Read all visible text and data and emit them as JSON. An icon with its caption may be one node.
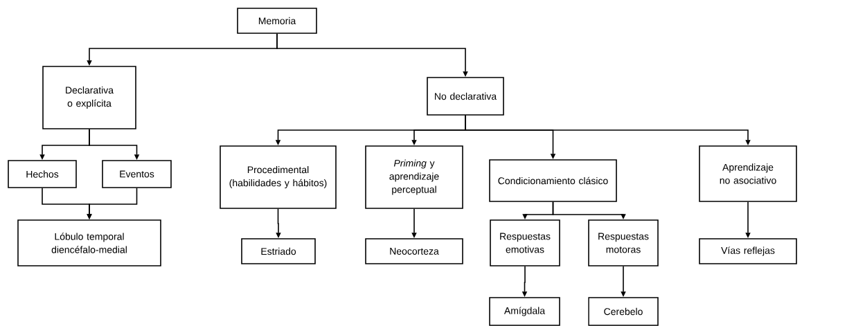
{
  "diagram": {
    "nodes": [
      {
        "text": [
          "Memoria"
        ]
      },
      {
        "text": [
          "Declarativa o explícita"
        ]
      },
      {
        "text": [
          "No declarativa"
        ]
      },
      {
        "text": [
          "Hechos"
        ]
      },
      {
        "text": [
          "Eventos"
        ]
      },
      {
        "text": [
          "Lóbulo temporal diencéfalo-medial"
        ]
      },
      {
        "text": [
          "Procedimental (habilidades y hábitos)"
        ]
      },
      {
        "text": [
          "*Priming* y aprendizaje perceptual"
        ]
      },
      {
        "text": [
          "Condicionamiento clásico"
        ]
      },
      {
        "text": [
          "Aprendizaje no asociativo"
        ]
      },
      {
        "text": [
          "Estriado"
        ]
      },
      {
        "text": [
          "Neocorteza"
        ]
      },
      {
        "text": [
          "Respuestas emotivas"
        ]
      },
      {
        "text": [
          "Respuestas motoras"
        ]
      },
      {
        "text": [
          "Amígdala"
        ]
      },
      {
        "text": [
          "Cerebelo"
        ]
      },
      {
        "text": [
          "Vías reflejas"
        ]
      }
    ],
    "edges": [
      {
        "from": 0,
        "to": 1,
        "arrow": "to"
      },
      {
        "from": 0,
        "to": 2,
        "arrow": "to"
      },
      {
        "from": 1,
        "to": 3,
        "arrow": "to"
      },
      {
        "from": 1,
        "to": 4,
        "arrow": "to"
      },
      {
        "from": 3,
        "to": 5,
        "arrow": "to"
      },
      {
        "from": 4,
        "to": 5,
        "arrow": "to"
      },
      {
        "from": 2,
        "to": 6,
        "arrow": "to"
      },
      {
        "from": 2,
        "to": 7,
        "arrow": "to"
      },
      {
        "from": 2,
        "to": 8,
        "arrow": "to"
      },
      {
        "from": 2,
        "to": 9,
        "arrow": "to"
      },
      {
        "from": 6,
        "to": 10,
        "arrow": "to"
      },
      {
        "from": 7,
        "to": 11,
        "arrow": "to"
      },
      {
        "from": 8,
        "to": 12,
        "arrow": "to"
      },
      {
        "from": 8,
        "to": 13,
        "arrow": "to"
      },
      {
        "from": 12,
        "to": 14,
        "arrow": "to"
      },
      {
        "from": 13,
        "to": 15,
        "arrow": "to"
      },
      {
        "from": 9,
        "to": 16,
        "arrow": "to"
      }
    ]
  }
}
